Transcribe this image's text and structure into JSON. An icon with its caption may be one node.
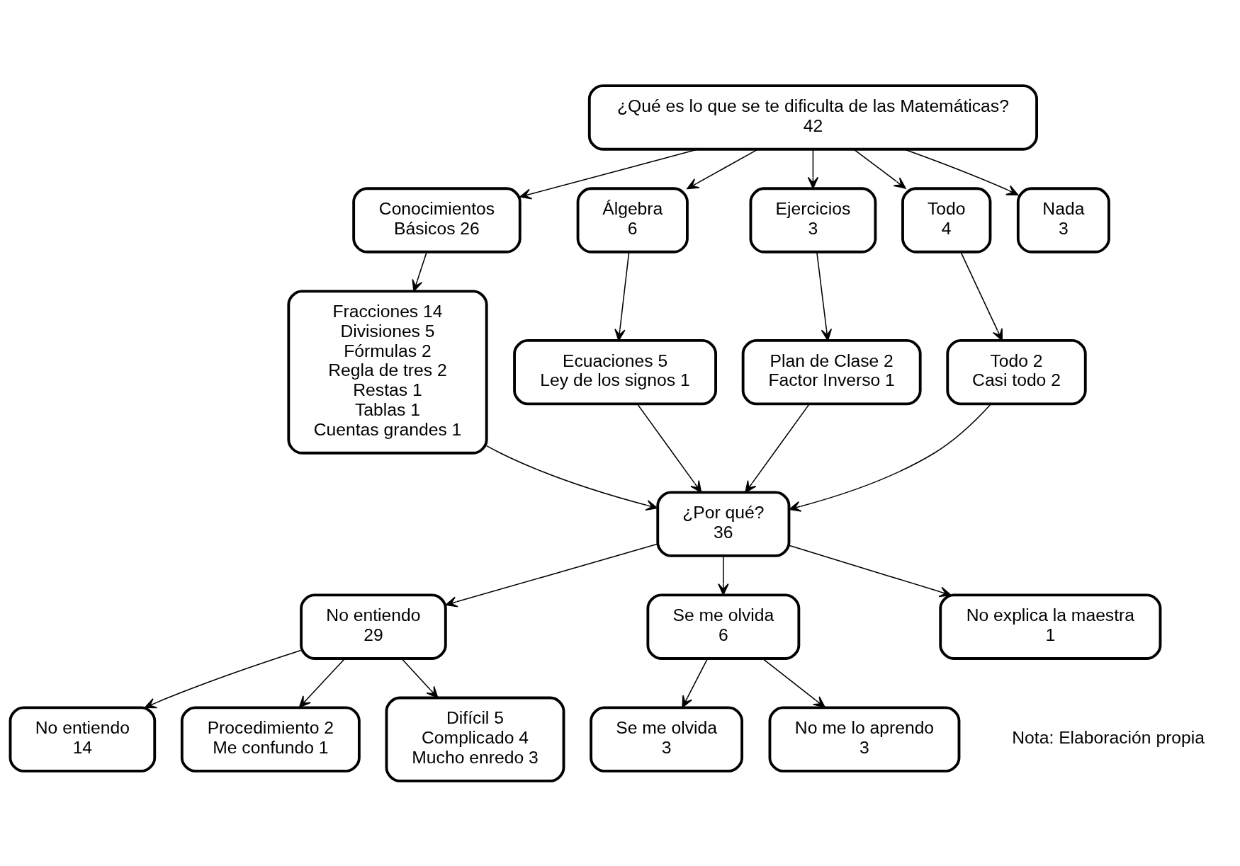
{
  "diagram": {
    "nodes": [
      {
        "text": [
          "¿Qué es lo que se te dificulta de las Matemáticas?",
          "42"
        ]
      },
      {
        "text": [
          "Conocimientos",
          "Básicos 26"
        ]
      },
      {
        "text": [
          "Álgebra",
          "6"
        ]
      },
      {
        "text": [
          "Ejercicios",
          "3"
        ]
      },
      {
        "text": [
          "Todo",
          "4"
        ]
      },
      {
        "text": [
          "Nada",
          "3"
        ]
      },
      {
        "text": [
          "Fracciones 14",
          "Divisiones 5",
          "Fórmulas 2",
          "Regla de tres 2",
          "Restas 1",
          "Tablas 1",
          "Cuentas grandes 1"
        ]
      },
      {
        "text": [
          "Ecuaciones 5",
          "Ley de los signos 1"
        ]
      },
      {
        "text": [
          "Plan de Clase 2",
          "Factor Inverso 1"
        ]
      },
      {
        "text": [
          "Todo 2",
          "Casi todo 2"
        ]
      },
      {
        "text": [
          "¿Por qué?",
          "36"
        ]
      },
      {
        "text": [
          "No entiendo",
          "29"
        ]
      },
      {
        "text": [
          "Se me olvida",
          "6"
        ]
      },
      {
        "text": [
          "No explica la maestra",
          "1"
        ]
      },
      {
        "text": [
          "No entiendo",
          "14"
        ]
      },
      {
        "text": [
          "Procedimiento 2",
          "Me confundo 1"
        ]
      },
      {
        "text": [
          "Difícil 5",
          "Complicado 4",
          "Mucho enredo 3"
        ]
      },
      {
        "text": [
          "Se me olvida",
          "3"
        ]
      },
      {
        "text": [
          "No me lo aprendo",
          "3"
        ]
      }
    ],
    "edges": [
      {
        "from": 0,
        "to": 1,
        "arrow": "to"
      },
      {
        "from": 0,
        "to": 2,
        "arrow": "to"
      },
      {
        "from": 0,
        "to": 3,
        "arrow": "to"
      },
      {
        "from": 0,
        "to": 4,
        "arrow": "to"
      },
      {
        "from": 0,
        "to": 5,
        "arrow": "to"
      },
      {
        "from": 1,
        "to": 6,
        "arrow": "to"
      },
      {
        "from": 2,
        "to": 7,
        "arrow": "to"
      },
      {
        "from": 3,
        "to": 8,
        "arrow": "to"
      },
      {
        "from": 4,
        "to": 9,
        "arrow": "to"
      },
      {
        "from": 6,
        "to": 10,
        "arrow": "to"
      },
      {
        "from": 7,
        "to": 10,
        "arrow": "to"
      },
      {
        "from": 8,
        "to": 10,
        "arrow": "to"
      },
      {
        "from": 9,
        "to": 10,
        "arrow": "to"
      },
      {
        "from": 10,
        "to": 11,
        "arrow": "to"
      },
      {
        "from": 10,
        "to": 12,
        "arrow": "to"
      },
      {
        "from": 10,
        "to": 13,
        "arrow": "to"
      },
      {
        "from": 11,
        "to": 14,
        "arrow": "to"
      },
      {
        "from": 11,
        "to": 15,
        "arrow": "to"
      },
      {
        "from": 11,
        "to": 16,
        "arrow": "to"
      },
      {
        "from": 12,
        "to": 17,
        "arrow": "to"
      },
      {
        "from": 12,
        "to": 18,
        "arrow": "to"
      }
    ],
    "labels": [
      "Nota: Elaboración propia"
    ]
  }
}
